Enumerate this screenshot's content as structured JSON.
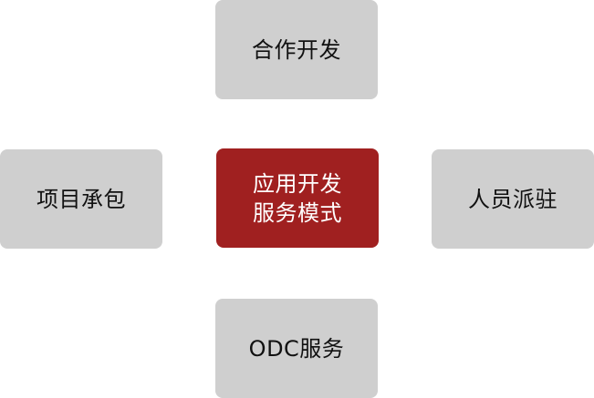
{
  "diagram": {
    "top": {
      "label": "合作开发"
    },
    "left": {
      "label": "项目承包"
    },
    "center": {
      "line1": "应用开发",
      "line2": "服务模式"
    },
    "right": {
      "label": "人员派驻"
    },
    "bottom": {
      "label": "ODC服务"
    }
  },
  "colors": {
    "center_fill": "#a02020",
    "outer_fill": "#cfcfcf",
    "outer_text": "#111111",
    "center_text": "#ffffff"
  }
}
